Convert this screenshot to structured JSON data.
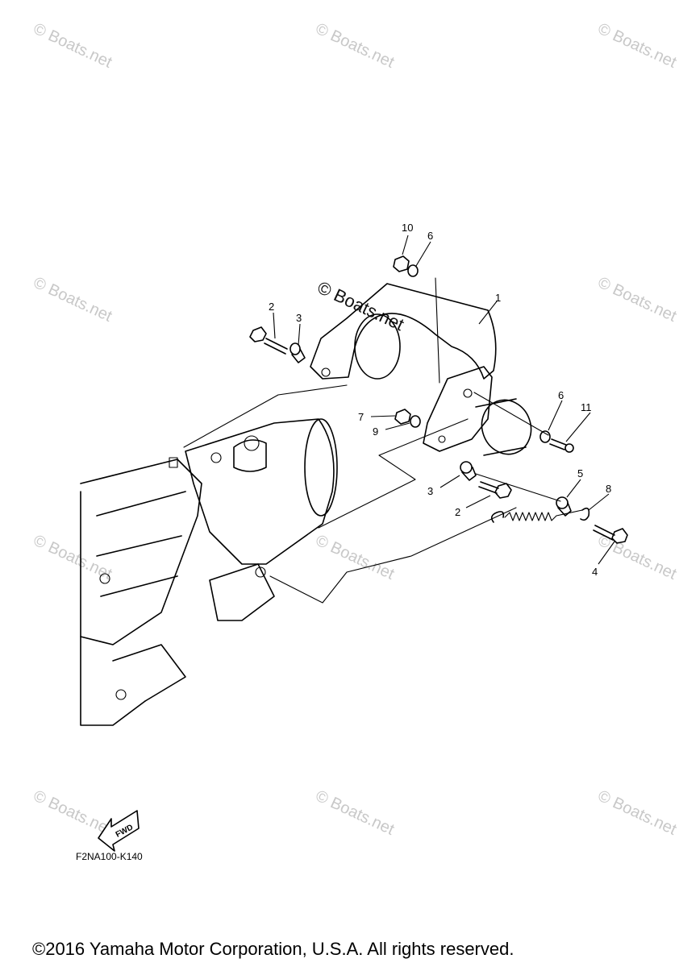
{
  "watermark": "© Boats.net",
  "callouts": {
    "c1": "1",
    "c2a": "2",
    "c2b": "2",
    "c3a": "3",
    "c3b": "3",
    "c4": "4",
    "c5": "5",
    "c6a": "6",
    "c6b": "6",
    "c7": "7",
    "c8": "8",
    "c9": "9",
    "c10": "10",
    "c11": "11"
  },
  "fwd_label": "FWD",
  "part_code": "F2NA100-K140",
  "copyright": "©2016 Yamaha Motor Corporation, U.S.A. All rights reserved."
}
